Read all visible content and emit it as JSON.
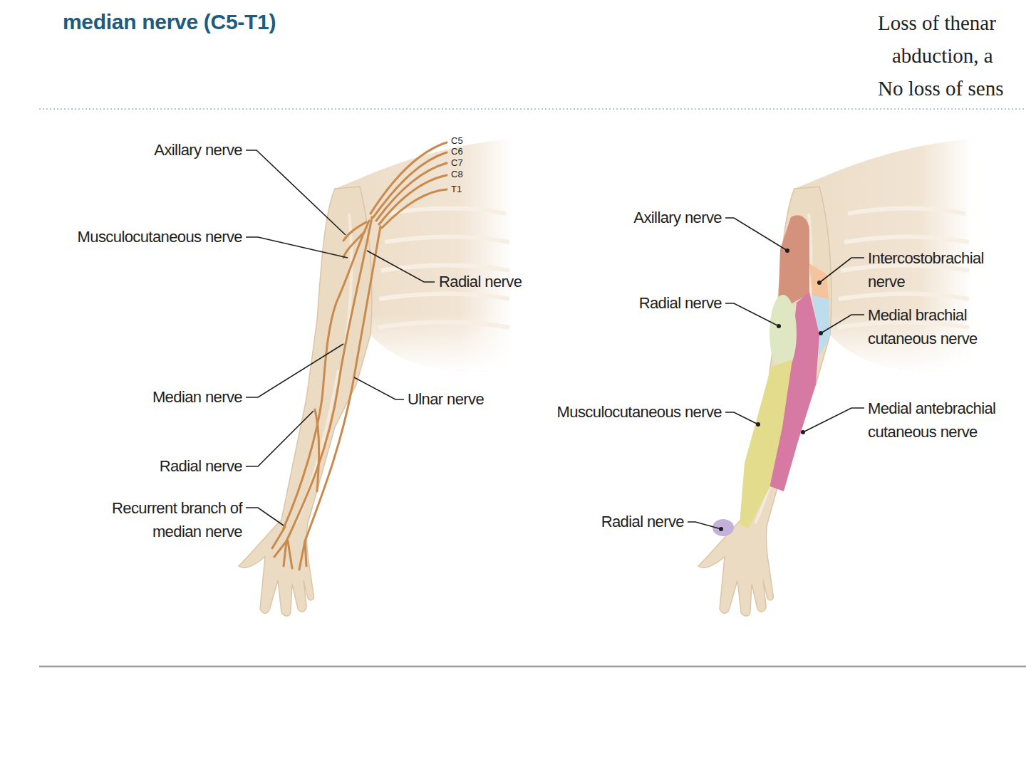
{
  "diagram": {
    "title": "median nerve (C5-T1)",
    "labels": [
      "Loss of thenar",
      "abduction, a",
      "No loss of sens",
      "Axillary nerve",
      "Musculocutaneous nerve",
      "Radial nerve",
      "Median nerve",
      "Ulnar nerve",
      "Radial nerve",
      "Recurrent branch of median nerve",
      "C5",
      "C6",
      "C7",
      "C8",
      "T1",
      "Axillary nerve",
      "Intercostobrachial nerve",
      "Radial nerve",
      "Medial brachial cutaneous nerve",
      "Musculocutaneous nerve",
      "Medial antebrachial cutaneous nerve",
      "Radial nerve"
    ]
  }
}
